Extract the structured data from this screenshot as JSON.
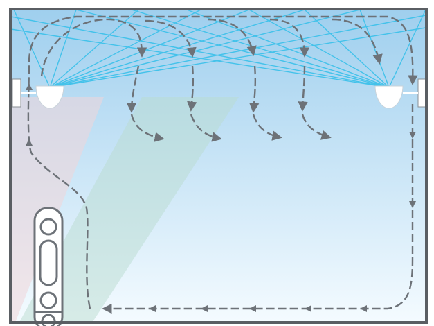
{
  "diagram": {
    "room_gradient_top": "#9fcfee",
    "room_gradient_bottom": "#f4fbff",
    "wall_color": "#5a5e63",
    "ceiling_light_color": "#43c2ea",
    "airflow_arrow_color": "#6d7278",
    "window_overlay_pink": "#f0d5d9",
    "window_overlay_green": "#b9dccf",
    "fixture_color": "#ffffff",
    "icons": [
      "ceiling-light-fixture",
      "wall-mounted-lamp",
      "radiator",
      "airflow-arrow"
    ]
  }
}
